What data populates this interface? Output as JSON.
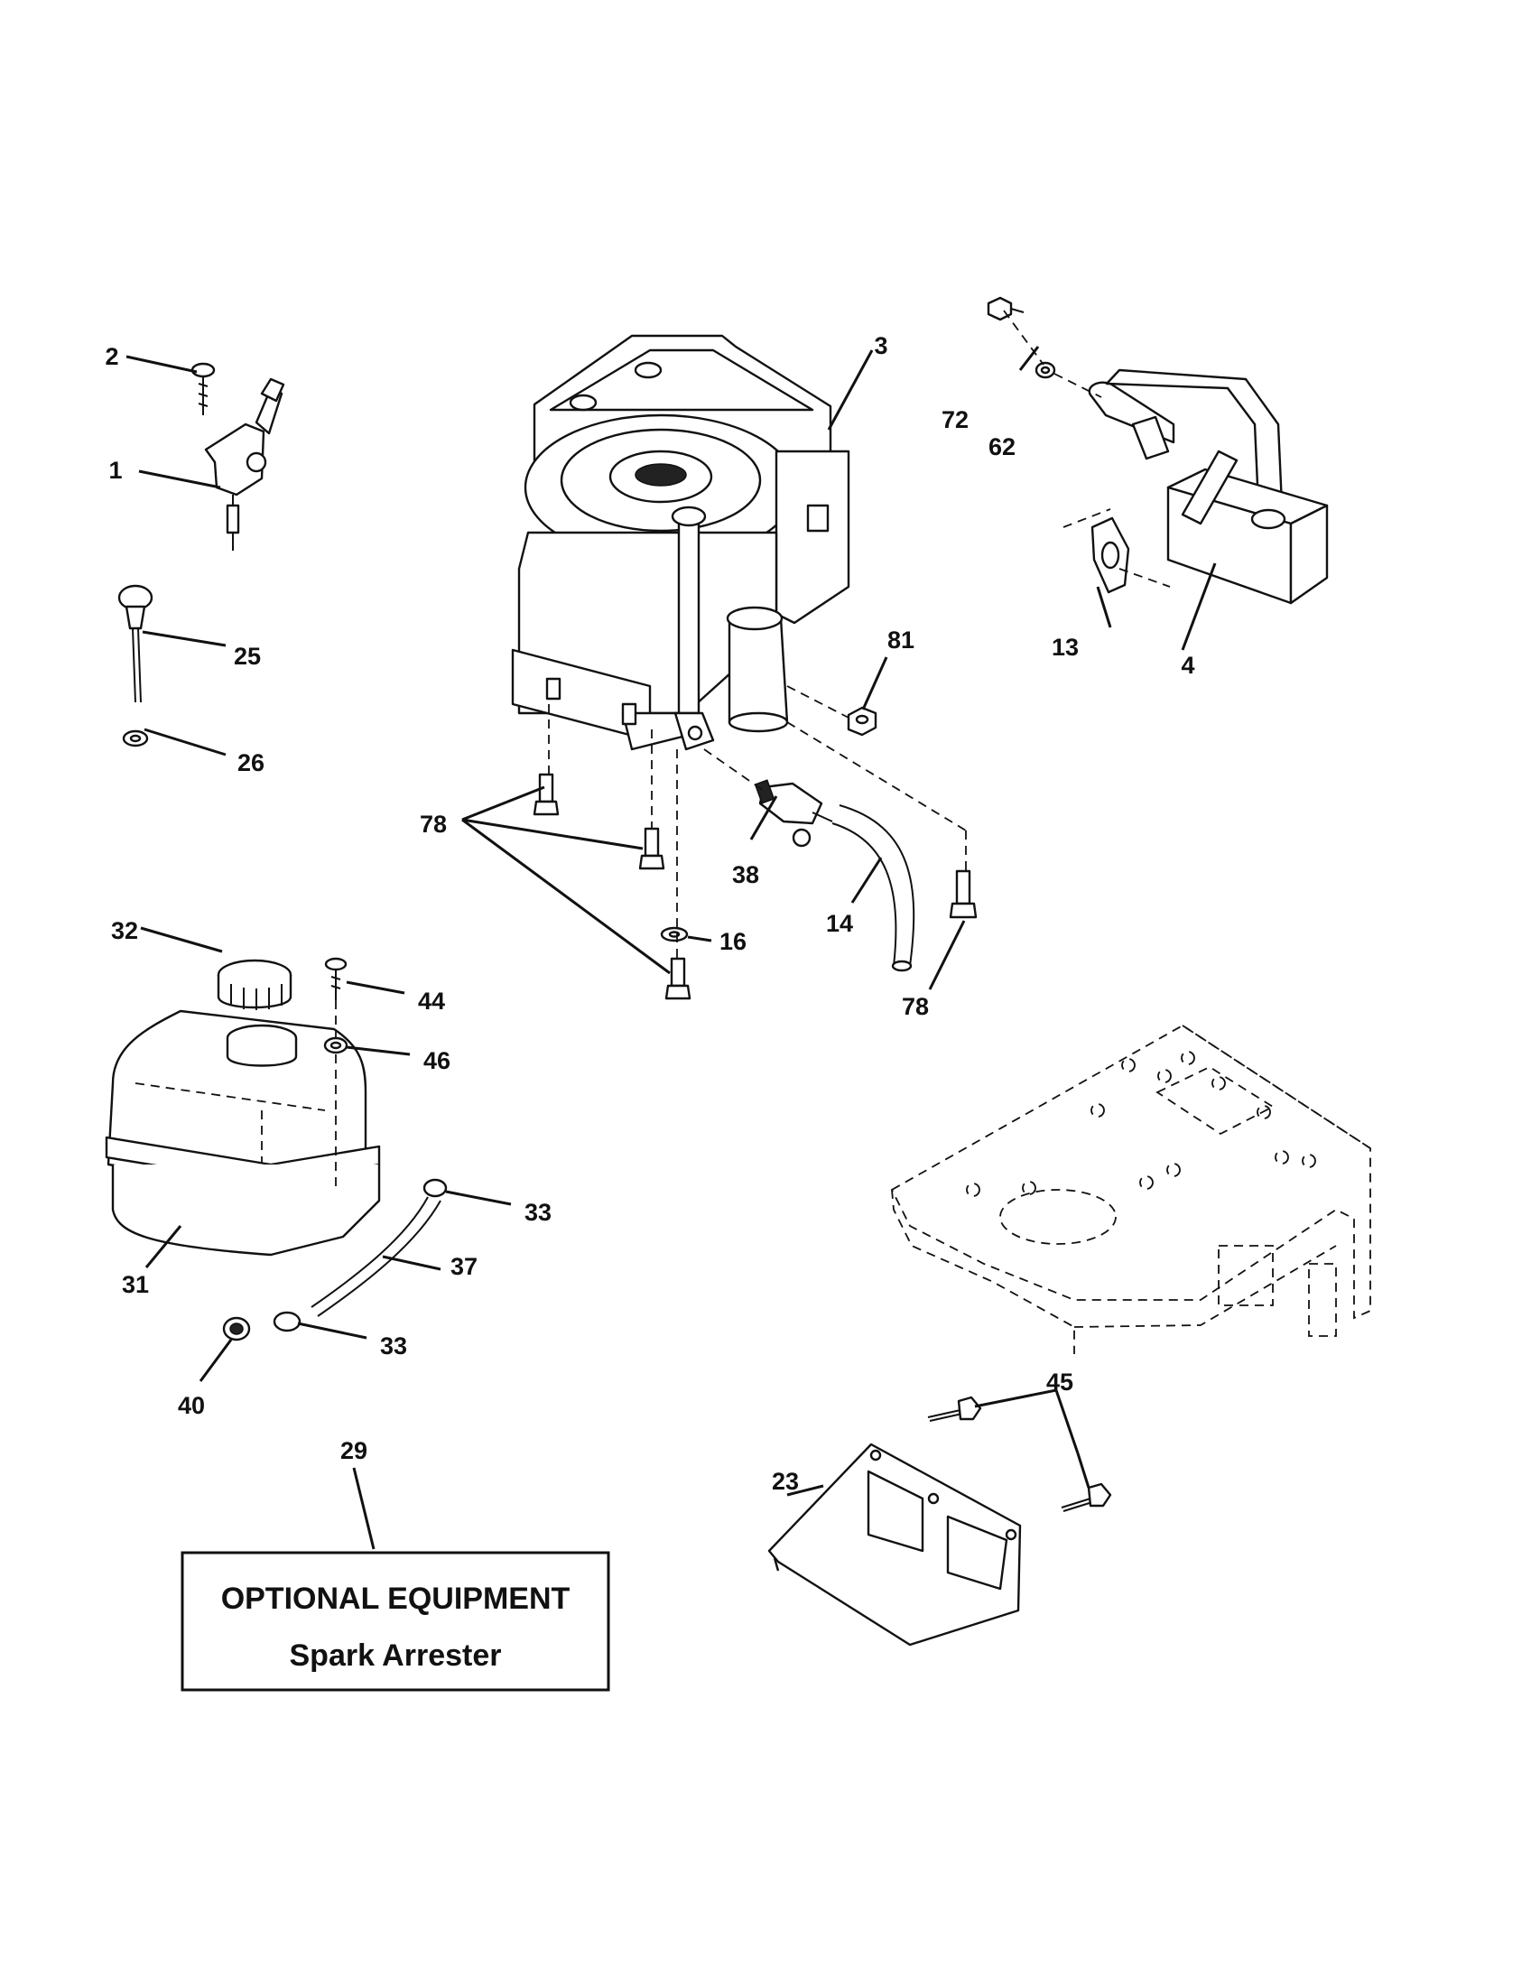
{
  "callouts": {
    "c1": "1",
    "c2": "2",
    "c3": "3",
    "c4": "4",
    "c13": "13",
    "c14": "14",
    "c16": "16",
    "c23": "23",
    "c25": "25",
    "c26": "26",
    "c29": "29",
    "c31": "31",
    "c32": "32",
    "c33a": "33",
    "c33b": "33",
    "c37": "37",
    "c38": "38",
    "c40": "40",
    "c44": "44",
    "c45": "45",
    "c46": "46",
    "c62": "62",
    "c72": "72",
    "c78a": "78",
    "c78b": "78",
    "c81": "81"
  },
  "optional_box": {
    "title": "OPTIONAL EQUIPMENT",
    "subtitle": "Spark Arrester"
  }
}
